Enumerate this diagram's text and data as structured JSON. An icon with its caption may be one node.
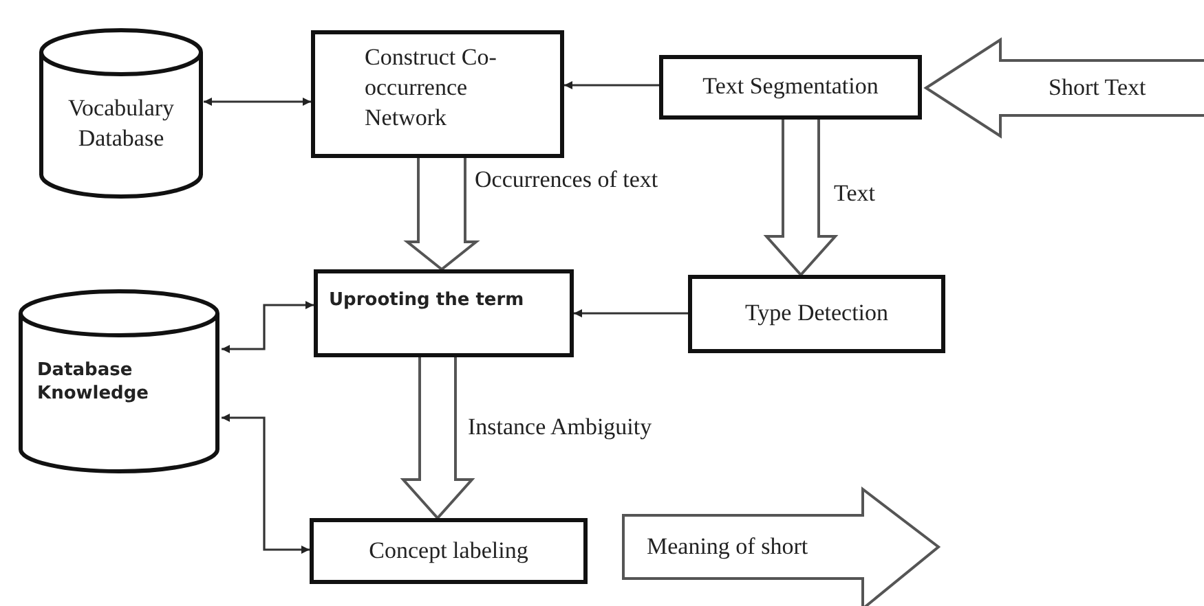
{
  "diagram": {
    "nodes": [
      {
        "text": [
          "Vocabulary Database"
        ]
      },
      {
        "text": [
          "Construct Co-occurrence Network"
        ]
      },
      {
        "text": [
          "Text Segmentation"
        ]
      },
      {
        "text": [
          "Short Text"
        ]
      },
      {
        "text": [
          "Uprooting the term"
        ]
      },
      {
        "text": [
          "Type Detection"
        ]
      },
      {
        "text": [
          "Database Knowledge"
        ]
      },
      {
        "text": [
          "Concept labeling"
        ]
      },
      {
        "text": [
          "Meaning of short"
        ]
      }
    ],
    "edges": [
      {
        "from": 0,
        "to": 1,
        "arrow": "both"
      },
      {
        "from": 2,
        "to": 1,
        "arrow": "to"
      },
      {
        "from": 1,
        "to": 4,
        "arrow": "to",
        "label": "Occurrences of text",
        "style": "thick"
      },
      {
        "from": 2,
        "to": 5,
        "arrow": "to",
        "label": "Text",
        "style": "thick"
      },
      {
        "from": 5,
        "to": 4,
        "arrow": "to"
      },
      {
        "from": 4,
        "to": 6,
        "arrow": "both"
      },
      {
        "from": 4,
        "to": 7,
        "arrow": "to",
        "label": "Instance Ambiguity",
        "style": "thick"
      },
      {
        "from": 6,
        "to": 7,
        "arrow": "both"
      }
    ]
  }
}
